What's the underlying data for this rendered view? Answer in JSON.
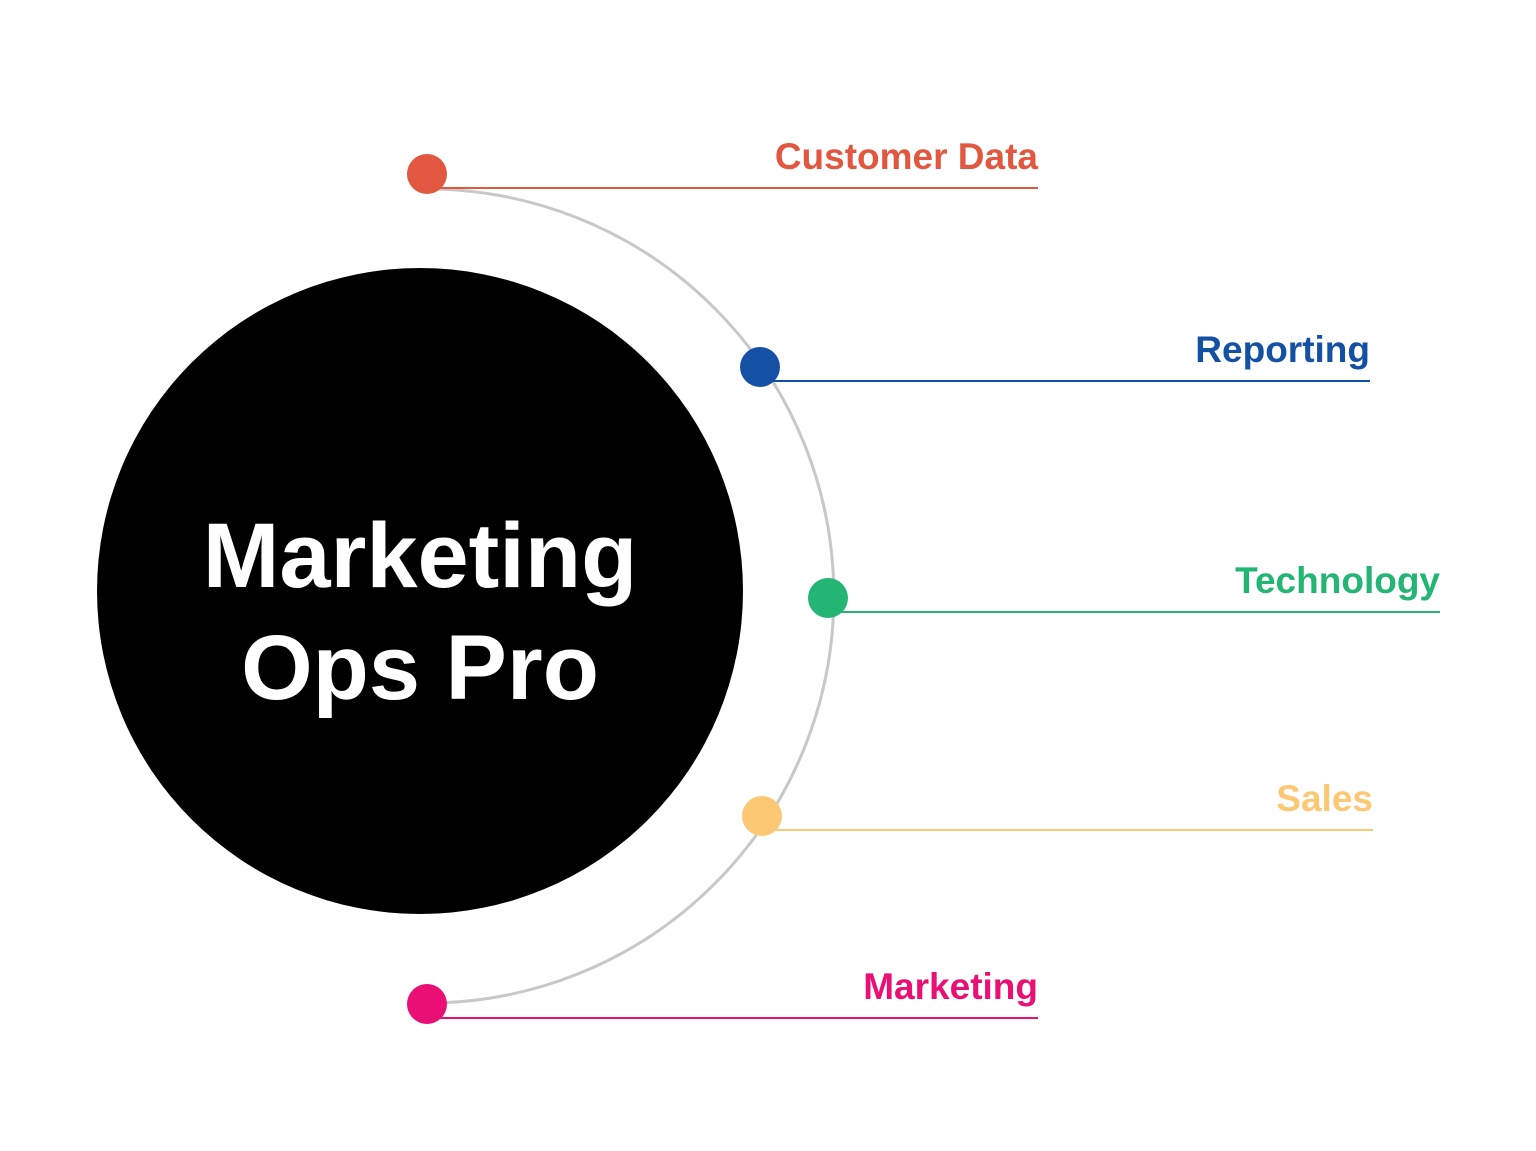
{
  "hub": {
    "title_line1": "Marketing",
    "title_line2": "Ops Pro",
    "color": "#000000"
  },
  "arc_color": "#c8c8c8",
  "branches": [
    {
      "label": "Customer Data",
      "color": "#e2573f",
      "icon": "dot-icon"
    },
    {
      "label": "Reporting",
      "color": "#1450a3",
      "icon": "dot-icon"
    },
    {
      "label": "Technology",
      "color": "#22b573",
      "icon": "dot-icon"
    },
    {
      "label": "Sales",
      "color": "#fdc873",
      "icon": "dot-icon"
    },
    {
      "label": "Marketing",
      "color": "#ea0f74",
      "icon": "dot-icon"
    }
  ]
}
